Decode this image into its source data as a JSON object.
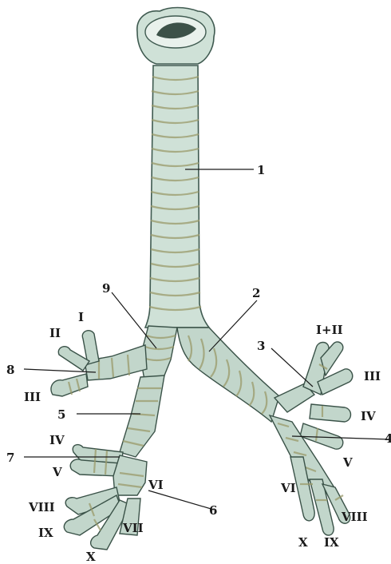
{
  "labels": {
    "n1": "1",
    "n2": "2",
    "n3": "3",
    "n4": "4",
    "n5": "5",
    "n6": "6",
    "n7": "7",
    "n8": "8",
    "n9": "9",
    "right_upper": {
      "seg_1": "I",
      "seg_2": "II",
      "seg_3": "III"
    },
    "right_middle": {
      "seg_4": "IV",
      "seg_5": "V"
    },
    "right_lower": {
      "seg_6": "VI",
      "seg_7": "VII",
      "seg_8": "VIII",
      "seg_9": "IX",
      "seg_10": "X"
    },
    "left_upper": {
      "seg_1_2": "I+II",
      "seg_3": "III",
      "seg_4": "IV",
      "seg_5": "V"
    },
    "left_lower": {
      "seg_6": "VI",
      "seg_8": "VIII",
      "seg_9": "IX",
      "seg_10": "X"
    }
  },
  "colors": {
    "tissue": "#cfe1d7",
    "outline": "#3f5a50",
    "ring": "#9a9a6a",
    "text": "#1a1a1a"
  }
}
